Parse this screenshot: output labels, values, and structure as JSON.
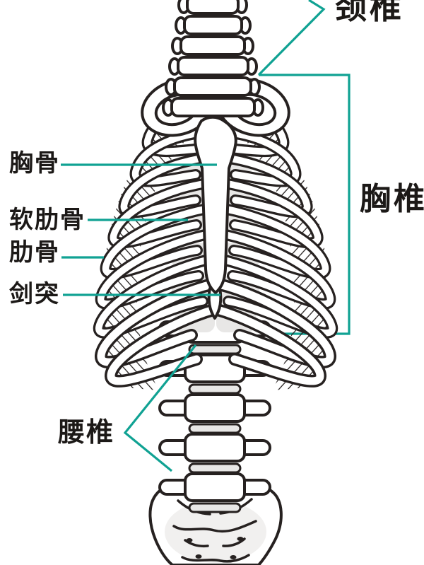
{
  "diagram": {
    "background_color": "#ffffff",
    "outline_color": "#262120",
    "leader_line_color": "#10a293",
    "shading_color": "#e8e7e6",
    "labels": {
      "cervical_vertebrae": "颈椎",
      "sternum": "胸骨",
      "costal_cartilage": "软肋骨",
      "ribs": "肋骨",
      "xiphoid_process": "剑突",
      "thoracic_vertebrae": "胸椎",
      "lumbar_vertebrae": "腰椎"
    }
  }
}
